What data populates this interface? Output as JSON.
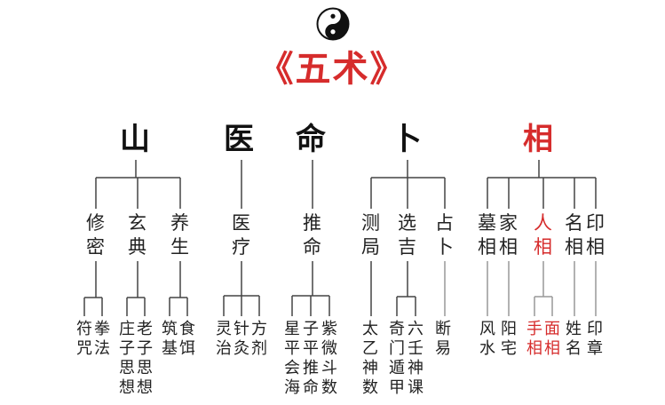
{
  "title": "《五术》",
  "icon": "yin-yang-icon",
  "colors": {
    "accent": "#d62c2c",
    "ink": "#222222",
    "line": "#444444",
    "line_light": "#999999"
  },
  "branches": [
    {
      "name": "山",
      "subs": [
        {
          "name": "修密",
          "leaves": [
            "符咒",
            "拳法"
          ]
        },
        {
          "name": "玄典",
          "leaves": [
            "庄子思想",
            "老子思想"
          ]
        },
        {
          "name": "养生",
          "leaves": [
            "筑基",
            "食饵"
          ]
        }
      ]
    },
    {
      "name": "医",
      "subs": [
        {
          "name": "医疗",
          "leaves": [
            "灵治",
            "针灸",
            "方剂"
          ]
        }
      ]
    },
    {
      "name": "命",
      "subs": [
        {
          "name": "推命",
          "leaves": [
            "星平会海",
            "子平推命",
            "紫微斗数"
          ]
        }
      ]
    },
    {
      "name": "卜",
      "subs": [
        {
          "name": "测局",
          "leaves": [
            "太乙神数"
          ]
        },
        {
          "name": "选吉",
          "leaves": [
            "奇门遁甲",
            "六壬神课"
          ]
        },
        {
          "name": "占卜",
          "leaves": [
            "断易"
          ]
        }
      ]
    },
    {
      "name": "相",
      "highlight": true,
      "subs": [
        {
          "name": "墓相",
          "leaves": [
            "风水"
          ]
        },
        {
          "name": "家相",
          "leaves": [
            "阳宅"
          ]
        },
        {
          "name": "人相",
          "highlight": true,
          "leaves": [
            "手相",
            "面相"
          ]
        },
        {
          "name": "名相",
          "leaves": [
            "姓名"
          ]
        },
        {
          "name": "印相",
          "leaves": [
            "印章"
          ]
        }
      ]
    }
  ]
}
